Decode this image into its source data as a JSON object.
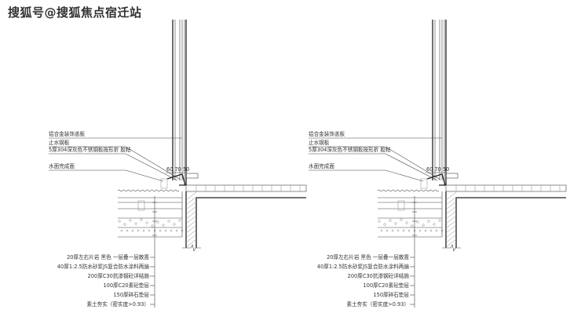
{
  "watermark": "搜狐号@搜狐焦点宿迁站",
  "details": [
    {
      "top_labels": [
        "铝合金装饰盖板",
        "止水钢板",
        "5厚304深灰色不锈钢板按形折  胶粘",
        "水面完成面"
      ],
      "dimension": "60 70 50",
      "bottom_labels": [
        "20厚左右片岩  黑色  一层叠一层散置",
        "40厚1:2.5防水砂浆JS复合防水涂料两遍",
        "200厚C30抗渗钢砼详结施",
        "100厚C20素砼垫层",
        "150厚碎石垫层",
        "素土夯实（密实度>0.93）"
      ]
    },
    {
      "top_labels": [
        "铝合金装饰盖板",
        "止水钢板",
        "5厚304深灰色不锈钢板按形折  胶粘",
        "水面完成面"
      ],
      "dimension": "60 70 50",
      "bottom_labels": [
        "20厚左右片岩  黑色  一层叠一层散置",
        "40厚1:2.5防水砂浆JS复合防水涂料两遍",
        "200厚C30抗渗钢砼详结施",
        "100厚C20素砼垫层",
        "150厚碎石垫层",
        "素土夯实（密实度>0.93）"
      ]
    }
  ]
}
